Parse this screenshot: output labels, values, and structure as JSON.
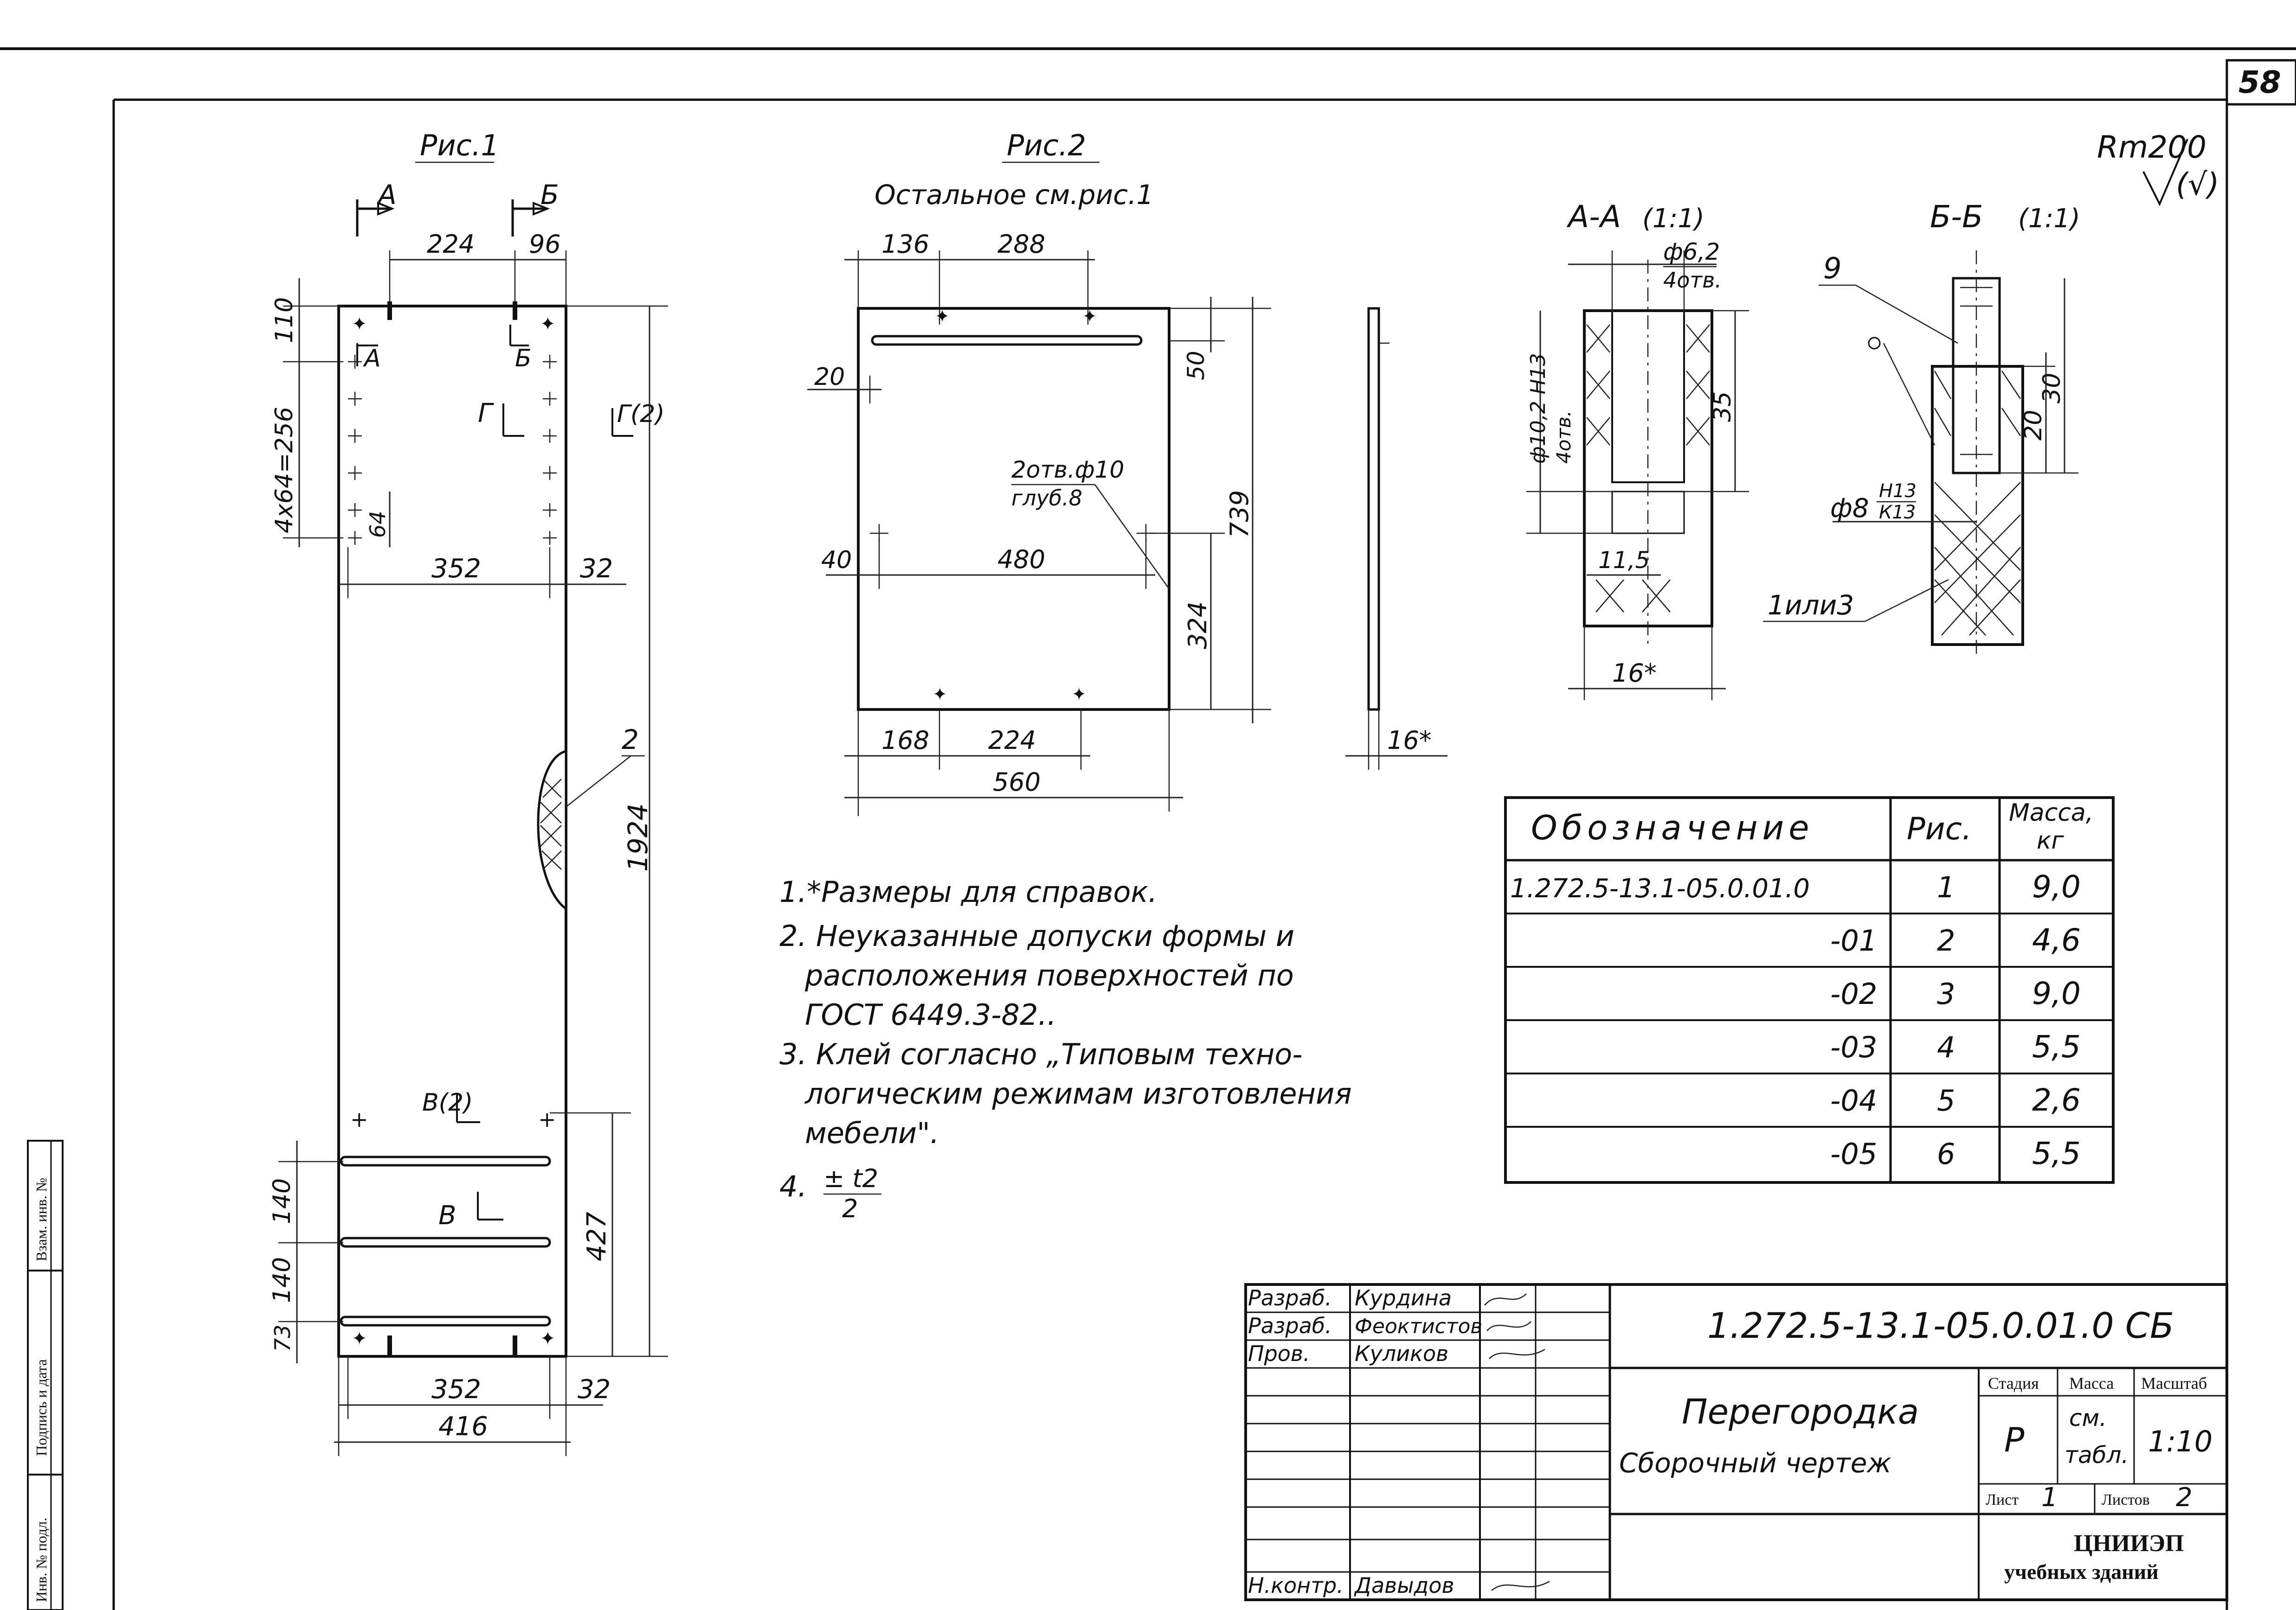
{
  "sheet": {
    "page_number": "58",
    "roughness": "Rm200",
    "roughness_paren": "(√)"
  },
  "fig1": {
    "caption": "Рис.1",
    "section_a": "А",
    "section_b": "Б",
    "section_a_inner": "А",
    "section_b_inner": "Б",
    "view_g": "Г",
    "view_g2": "Г(2)",
    "view_v": "В",
    "view_v2": "В(2)",
    "leader_2": "2",
    "dims": {
      "d224": "224",
      "d96": "96",
      "d110": "110",
      "d4x64": "4х64=256",
      "d64": "64",
      "d352_top": "352",
      "d32_top": "32",
      "d1924": "1924",
      "d140a": "140",
      "d140b": "140",
      "d73": "73",
      "d427": "427",
      "d352_bot": "352",
      "d32_bot": "32",
      "d416": "416"
    }
  },
  "fig2": {
    "caption": "Рис.2",
    "note": "Остальное см.рис.1",
    "holes_note_1": "2отв.ф10",
    "holes_note_2": "глуб.8",
    "dims": {
      "d136": "136",
      "d288": "288",
      "d20": "20",
      "d50": "50",
      "d739": "739",
      "d40": "40",
      "d480": "480",
      "d324": "324",
      "d168": "168",
      "d224": "224",
      "d560": "560",
      "d16": "16*"
    }
  },
  "section_aa": {
    "title": "А-А",
    "scale": "(1:1)",
    "hole_top_1": "ф6,2",
    "hole_top_2": "4отв.",
    "hole_side_1": "ф10,2 Н13",
    "hole_side_2": "4отв.",
    "d35": "35",
    "d11_5": "11,5",
    "d16": "16*"
  },
  "section_bb": {
    "title": "Б-Б",
    "scale": "(1:1)",
    "leader_9": "9",
    "leader_1or3": "1или3",
    "d20": "20",
    "d30": "30",
    "fit_1": "ф8",
    "fit_2": "Н13",
    "fit_3": "К13"
  },
  "notes": [
    "1.*Размеры для справок.",
    "2. Неуказанные допуски формы и",
    "расположения поверхностей по",
    "ГОСТ 6449.3-82..",
    "3. Клей согласно „Типовым техно-",
    "логическим режимам изготовления",
    "мебели\".",
    "4."
  ],
  "note4_fraction": {
    "num": "± t2",
    "den": "2"
  },
  "spec_table": {
    "headers": [
      "Обозначение",
      "Рис.",
      "Масса,",
      "кг"
    ],
    "rows": [
      [
        "1.272.5-13.1-05.0.01.0",
        "1",
        "9,0"
      ],
      [
        "-01",
        "2",
        "4,6"
      ],
      [
        "-02",
        "3",
        "9,0"
      ],
      [
        "-03",
        "4",
        "5,5"
      ],
      [
        "-04",
        "5",
        "2,6"
      ],
      [
        "-05",
        "6",
        "5,5"
      ]
    ]
  },
  "title_block": {
    "roles": [
      "Разраб.",
      "Разраб.",
      "Пров.",
      "Н.контр."
    ],
    "names": [
      "Курдина",
      "Феоктистов",
      "Куликов",
      "Давыдов"
    ],
    "designation": "1.272.5-13.1-05.0.01.0 СБ",
    "product_name": "Перегородка",
    "doc_type": "Сборочный чертеж",
    "stage_label": "Стадия",
    "mass_label": "Масса",
    "scale_label": "Масштаб",
    "stage": "Р",
    "mass_1": "см.",
    "mass_2": "табл.",
    "scale": "1:10",
    "sheet_label": "Лист",
    "sheet": "1",
    "sheets_label": "Листов",
    "sheets": "2",
    "org_1": "ЦНИИЭП",
    "org_2": "учебных зданий"
  },
  "side_stamp": [
    "Взам. инв. №",
    "Подпись и дата",
    "Инв. № подл."
  ]
}
